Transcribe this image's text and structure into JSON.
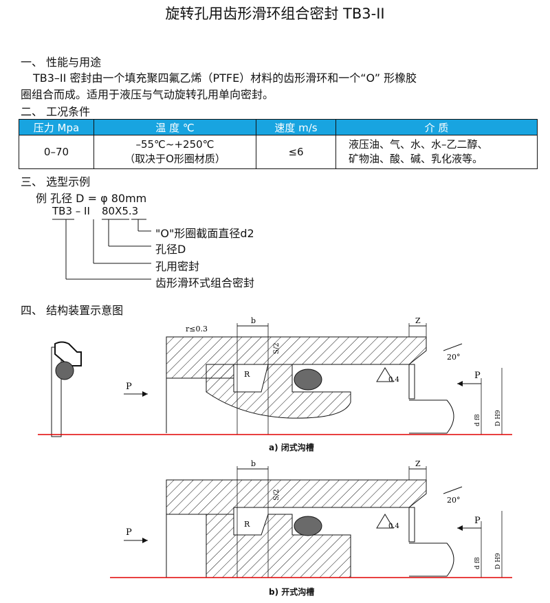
{
  "title": "旋转孔用齿形滑环组合密封 TB3-II",
  "sections": {
    "s1": "一、 性能与用途",
    "s2": "二、 工况条件",
    "s3": "三、 选型示例",
    "s4": "四、 结构装置示意图"
  },
  "description": {
    "line1": "TB3–II 密封由一个填充聚四氟乙烯（PTFE）材料的齿形滑环和一个“O” 形橡胶",
    "line2": "圈组合而成。适用于液压与气动旋转孔用单向密封。"
  },
  "conditions_table": {
    "headers": [
      "压力 Mpa",
      "温 度 ℃",
      "速度 m/s",
      "介 质"
    ],
    "row": {
      "pressure": "0–70",
      "temp_line1": "–55℃~+250℃",
      "temp_line2": "（取决于O形圈材质）",
      "speed": "≤6",
      "medium_line1": "液压油、气、水、水–乙二醇、",
      "medium_line2": "矿物油、酸、碱、乳化液等。"
    },
    "header_color": "#18a4e0"
  },
  "selection_example": {
    "example_line": "例 孔径 D = φ 80mm",
    "code_part1": "TB3 – II",
    "code_part2": "80X5.3",
    "legend": [
      "\"O\"形圈截面直径d2",
      "孔径D",
      "孔用密封",
      "齿形滑环式组合密封"
    ]
  },
  "diagrams": {
    "top": {
      "caption": "a) 闭式沟槽",
      "r_label": "r≤0.3",
      "b_label": "b",
      "s_label": "S/2",
      "z_label": "Z",
      "angle_label": "20°",
      "finish_label": "0.4",
      "R_label": "R",
      "P_left": "P",
      "P_right": "P",
      "d_label": "d f8",
      "D_label": "D H9"
    },
    "bottom": {
      "caption": "b) 开式沟槽",
      "b_label": "b",
      "s_label": "S/2",
      "z_label": "Z",
      "angle_label": "20°",
      "finish_label": "0.4",
      "R_label": "R",
      "P_left": "P",
      "P_right": "P",
      "d_label": "d f8",
      "D_label": "D H9"
    },
    "line_color": "#e00000"
  }
}
